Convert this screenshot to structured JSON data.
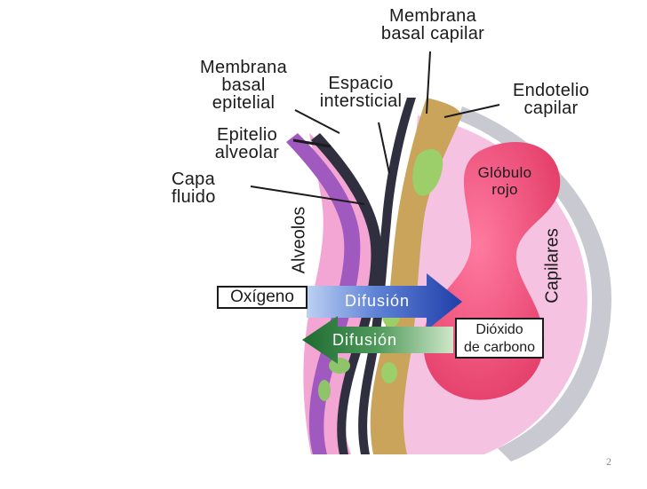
{
  "labels": {
    "membrana_basal_capilar": [
      "Membrana",
      "basal capilar"
    ],
    "membrana_basal_epitelial": [
      "Membrana",
      "basal",
      "epitelial"
    ],
    "espacio_intersticial": [
      "Espacio",
      "intersticial"
    ],
    "endotelio_capilar": [
      "Endotelio",
      "capilar"
    ],
    "epitelio_alveolar": [
      "Epitelio",
      "alveolar"
    ],
    "capa_fluido": [
      "Capa",
      "fluido"
    ],
    "globulo_rojo": [
      "Glóbulo",
      "rojo"
    ],
    "alveolos": "Alveolos",
    "capilares": "Capilares",
    "oxigeno": "Oxígeno",
    "difusion_right": "Difusión",
    "difusion_left": "Difusión",
    "dioxido_de_carbono": [
      "Dióxido",
      "de carbono"
    ]
  },
  "page_number": "2",
  "colors": {
    "alveolar_pink": "#f4aed8",
    "purple_layer": "#a05abf",
    "dark_layer": "#2f2f3f",
    "capillary_tan": "#c9a45a",
    "capillary_green": "#9ccf6a",
    "capillary_pink": "#f2b6dc",
    "red_cell": "#ee4d74",
    "blue_arrow": "#2b4bb8",
    "green_arrow": "#2e7b3e",
    "gray_shadow": "#c9c9d2"
  }
}
